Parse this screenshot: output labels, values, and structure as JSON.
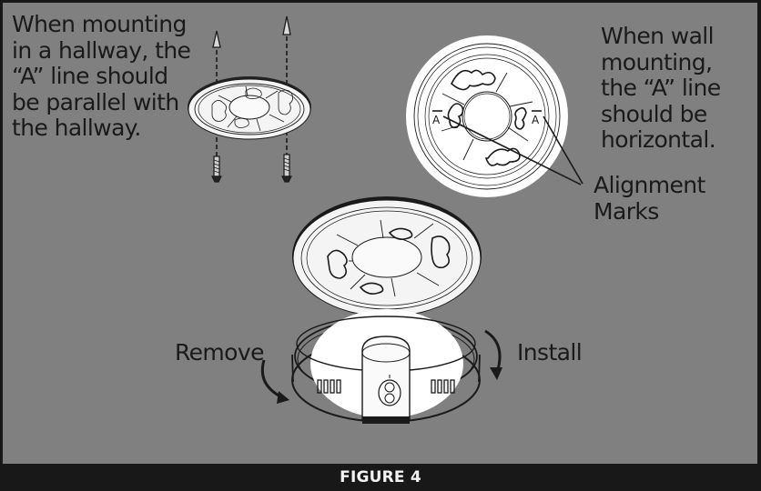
{
  "figure": {
    "caption": "FIGURE 4",
    "colors": {
      "background": "#808080",
      "frame": "#181818",
      "line": "#1a1a1a",
      "plate": "#ffffff"
    }
  },
  "annotations": {
    "hallway_note": "When mounting\nin a hallway, the\n“A” line should\nbe parallel with\nthe hallway.",
    "wall_note": "When wall\nmounting,\nthe “A” line\nshould be\nhorizontal.",
    "alignment_label": "Alignment\nMarks",
    "remove_label": "Remove",
    "install_label": "Install",
    "mark_left": "A",
    "mark_right": "A"
  },
  "illustrations": [
    {
      "name": "ceiling-plate-with-anchors-and-screws",
      "icon": "mounting-plate-icon"
    },
    {
      "name": "wall-plate-front-view",
      "icon": "alignment-plate-icon"
    },
    {
      "name": "detector-and-plate-assembly",
      "icon": "smoke-detector-icon"
    }
  ]
}
